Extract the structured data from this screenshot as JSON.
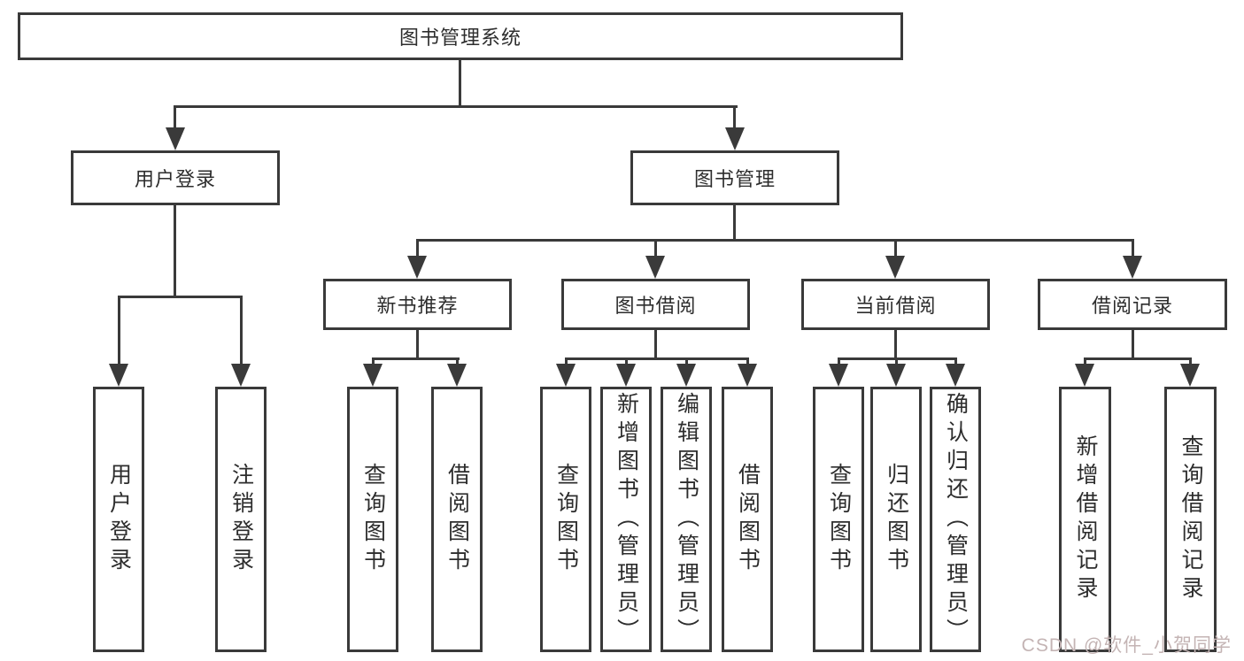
{
  "root": {
    "label": "图书管理系统"
  },
  "level2": [
    {
      "label": "用户登录"
    },
    {
      "label": "图书管理"
    }
  ],
  "level3": [
    {
      "label": "新书推荐"
    },
    {
      "label": "图书借阅"
    },
    {
      "label": "当前借阅"
    },
    {
      "label": "借阅记录"
    }
  ],
  "leaves": [
    {
      "parent": "用户登录",
      "label": "用户登录"
    },
    {
      "parent": "用户登录",
      "label": "注销登录"
    },
    {
      "parent": "新书推荐",
      "label": "查询图书"
    },
    {
      "parent": "新书推荐",
      "label": "借阅图书"
    },
    {
      "parent": "图书借阅",
      "label": "查询图书"
    },
    {
      "parent": "图书借阅",
      "label": "新增图书（管理员）"
    },
    {
      "parent": "图书借阅",
      "label": "编辑图书（管理员）"
    },
    {
      "parent": "图书借阅",
      "label": "借阅图书"
    },
    {
      "parent": "当前借阅",
      "label": "查询图书"
    },
    {
      "parent": "当前借阅",
      "label": "归还图书"
    },
    {
      "parent": "当前借阅",
      "label": "确认归还（管理员）"
    },
    {
      "parent": "借阅记录",
      "label": "新增借阅记录"
    },
    {
      "parent": "借阅记录",
      "label": "查询借阅记录"
    }
  ],
  "watermark": {
    "text": "CSDN @软件_小贺同学"
  },
  "colors": {
    "line": "#3a3a3a",
    "text": "#2d2d2d",
    "background": "#ffffff",
    "watermark": "#c4b4b4"
  }
}
